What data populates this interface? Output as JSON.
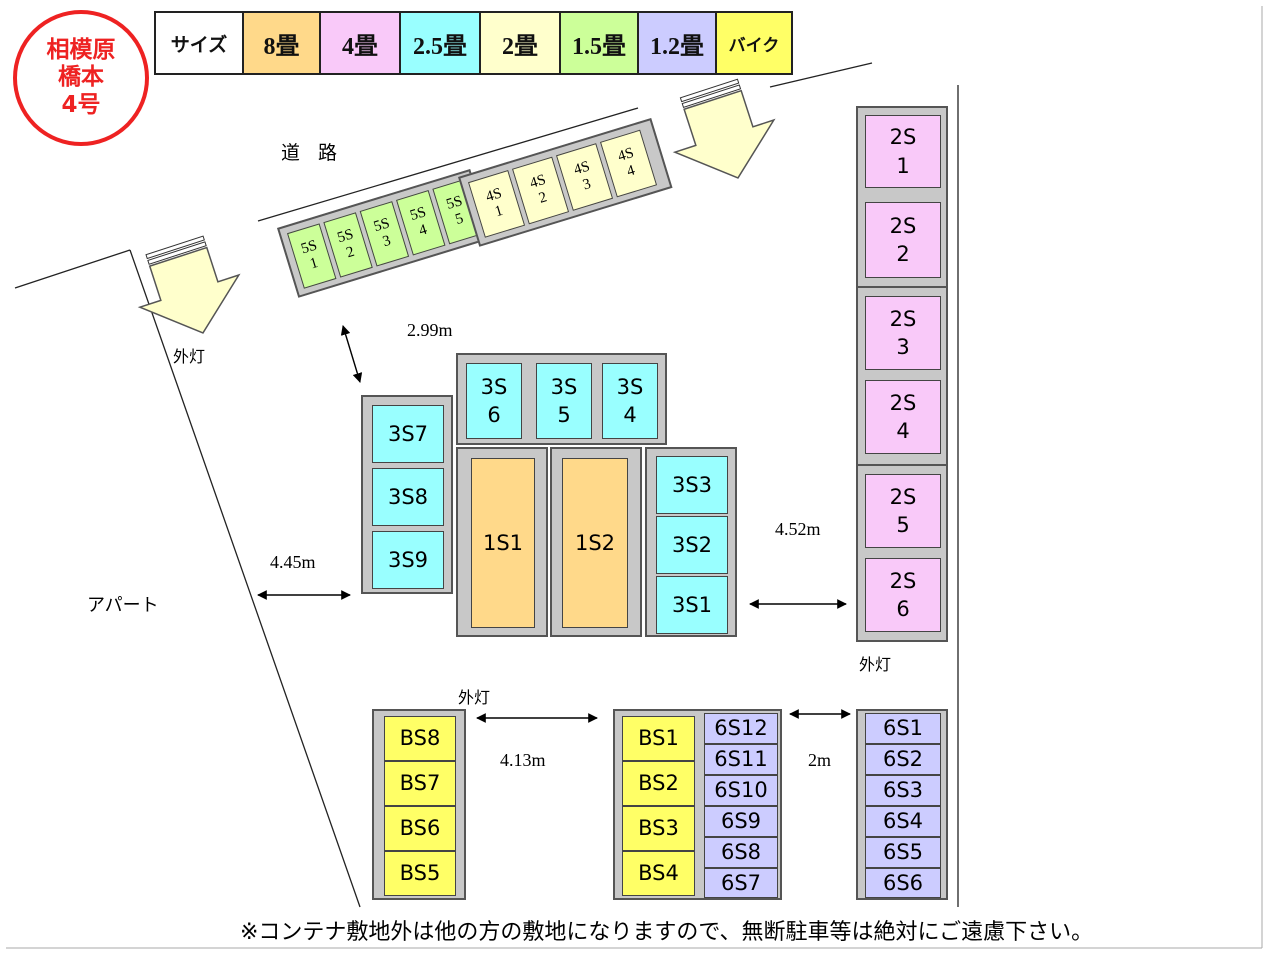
{
  "badge": {
    "line1": "相模原",
    "line2": "橋本",
    "line3": "4号",
    "color": "#ee2222"
  },
  "legend": [
    {
      "label": "サイズ",
      "color": "#ffffff"
    },
    {
      "label": "8畳",
      "color": "#ffd98a"
    },
    {
      "label": "4畳",
      "color": "#f9c9f9"
    },
    {
      "label": "2.5畳",
      "color": "#99ffff"
    },
    {
      "label": "2畳",
      "color": "#ffffcc"
    },
    {
      "label": "1.5畳",
      "color": "#ccff99"
    },
    {
      "label": "1.2畳",
      "color": "#ccccff"
    },
    {
      "label": "バイク",
      "color": "#ffff66"
    }
  ],
  "labels": {
    "road": "道 路",
    "apart": "アパート",
    "light1": "外灯",
    "light2": "外灯",
    "light3": "外灯",
    "dist_299": "2.99m",
    "dist_445": "4.45m",
    "dist_452": "4.52m",
    "dist_413": "4.13m",
    "dist_2": "2m"
  },
  "units": {
    "s5": [
      {
        "a": "5S",
        "b": "1"
      },
      {
        "a": "5S",
        "b": "2"
      },
      {
        "a": "5S",
        "b": "3"
      },
      {
        "a": "5S",
        "b": "4"
      },
      {
        "a": "5S",
        "b": "5"
      }
    ],
    "s4": [
      {
        "a": "4S",
        "b": "1"
      },
      {
        "a": "4S",
        "b": "2"
      },
      {
        "a": "4S",
        "b": "3"
      },
      {
        "a": "4S",
        "b": "4"
      }
    ],
    "s3top": [
      {
        "a": "3S",
        "b": "6"
      },
      {
        "a": "3S",
        "b": "5"
      },
      {
        "a": "3S",
        "b": "4"
      }
    ],
    "s3left": [
      "3S7",
      "3S8",
      "3S9"
    ],
    "s1": [
      "1S1",
      "1S2"
    ],
    "s3right": [
      "3S3",
      "3S2",
      "3S1"
    ],
    "s2": [
      {
        "a": "2S",
        "b": "1"
      },
      {
        "a": "2S",
        "b": "2"
      },
      {
        "a": "2S",
        "b": "3"
      },
      {
        "a": "2S",
        "b": "4"
      },
      {
        "a": "2S",
        "b": "5"
      },
      {
        "a": "2S",
        "b": "6"
      }
    ],
    "bs_left": [
      "BS8",
      "BS7",
      "BS6",
      "BS5"
    ],
    "bs_mid": [
      "BS1",
      "BS2",
      "BS3",
      "BS4"
    ],
    "s6_mid": [
      "6S12",
      "6S11",
      "6S10",
      "6S9",
      "6S8",
      "6S7"
    ],
    "s6_right": [
      "6S1",
      "6S2",
      "6S3",
      "6S4",
      "6S5",
      "6S6"
    ]
  },
  "notice": "※コンテナ敷地外は他の方の敷地になりますので、無断駐車等は絶対にご遠慮下さい。"
}
